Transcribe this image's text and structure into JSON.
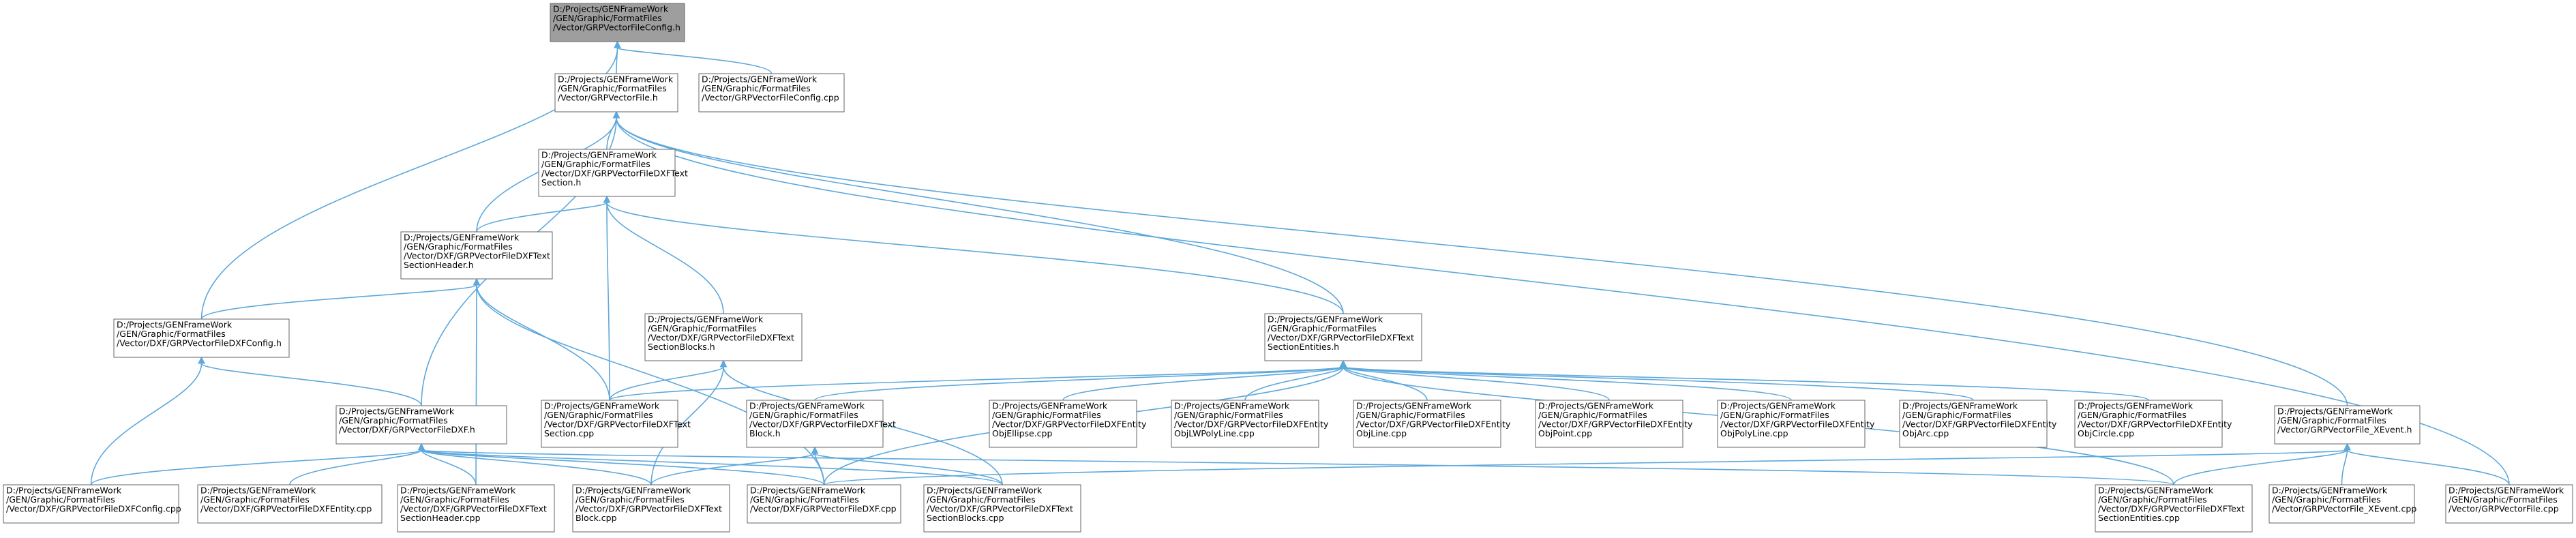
{
  "colors": {
    "edge": "#5da8dc",
    "node_border": "#666666",
    "node_fill": "#ffffff",
    "root_fill": "#9e9e9e",
    "text": "#000000"
  },
  "nodes": [
    {
      "id": "n0",
      "root": true,
      "lines": [
        "D:/Projects/GENFrameWork",
        "/GEN/Graphic/FormatFiles",
        "/Vector/GRPVectorFileConfig.h"
      ]
    },
    {
      "id": "n1",
      "lines": [
        "D:/Projects/GENFrameWork",
        "/GEN/Graphic/FormatFiles",
        "/Vector/GRPVectorFile.h"
      ]
    },
    {
      "id": "n2",
      "lines": [
        "D:/Projects/GENFrameWork",
        "/GEN/Graphic/FormatFiles",
        "/Vector/GRPVectorFileConfig.cpp"
      ]
    },
    {
      "id": "n3",
      "lines": [
        "D:/Projects/GENFrameWork",
        "/GEN/Graphic/FormatFiles",
        "/Vector/DXF/GRPVectorFileDXFText",
        "Section.h"
      ]
    },
    {
      "id": "n4",
      "lines": [
        "D:/Projects/GENFrameWork",
        "/GEN/Graphic/FormatFiles",
        "/Vector/DXF/GRPVectorFileDXFText",
        "SectionHeader.h"
      ]
    },
    {
      "id": "n5",
      "lines": [
        "D:/Projects/GENFrameWork",
        "/GEN/Graphic/FormatFiles",
        "/Vector/DXF/GRPVectorFileDXFConfig.h"
      ]
    },
    {
      "id": "n6",
      "lines": [
        "D:/Projects/GENFrameWork",
        "/GEN/Graphic/FormatFiles",
        "/Vector/DXF/GRPVectorFileDXFText",
        "SectionBlocks.h"
      ]
    },
    {
      "id": "n7",
      "lines": [
        "D:/Projects/GENFrameWork",
        "/GEN/Graphic/FormatFiles",
        "/Vector/DXF/GRPVectorFileDXFText",
        "SectionEntities.h"
      ]
    },
    {
      "id": "n8",
      "lines": [
        "D:/Projects/GENFrameWork",
        "/GEN/Graphic/FormatFiles",
        "/Vector/DXF/GRPVectorFileDXF.h"
      ]
    },
    {
      "id": "n9",
      "lines": [
        "D:/Projects/GENFrameWork",
        "/GEN/Graphic/FormatFiles",
        "/Vector/DXF/GRPVectorFileDXFText",
        "Section.cpp"
      ]
    },
    {
      "id": "n10",
      "lines": [
        "D:/Projects/GENFrameWork",
        "/GEN/Graphic/FormatFiles",
        "/Vector/DXF/GRPVectorFileDXFText",
        "Block.h"
      ]
    },
    {
      "id": "n11",
      "lines": [
        "D:/Projects/GENFrameWork",
        "/GEN/Graphic/FormatFiles",
        "/Vector/DXF/GRPVectorFileDXFEntity",
        "ObjEllipse.cpp"
      ]
    },
    {
      "id": "n12",
      "lines": [
        "D:/Projects/GENFrameWork",
        "/GEN/Graphic/FormatFiles",
        "/Vector/DXF/GRPVectorFileDXFEntity",
        "ObjLWPolyLine.cpp"
      ]
    },
    {
      "id": "n13",
      "lines": [
        "D:/Projects/GENFrameWork",
        "/GEN/Graphic/FormatFiles",
        "/Vector/DXF/GRPVectorFileDXFEntity",
        "ObjLine.cpp"
      ]
    },
    {
      "id": "n14",
      "lines": [
        "D:/Projects/GENFrameWork",
        "/GEN/Graphic/FormatFiles",
        "/Vector/DXF/GRPVectorFileDXFEntity",
        "ObjPoint.cpp"
      ]
    },
    {
      "id": "n15",
      "lines": [
        "D:/Projects/GENFrameWork",
        "/GEN/Graphic/FormatFiles",
        "/Vector/DXF/GRPVectorFileDXFEntity",
        "ObjPolyLine.cpp"
      ]
    },
    {
      "id": "n16",
      "lines": [
        "D:/Projects/GENFrameWork",
        "/GEN/Graphic/FormatFiles",
        "/Vector/DXF/GRPVectorFileDXFEntity",
        "ObjArc.cpp"
      ]
    },
    {
      "id": "n17",
      "lines": [
        "D:/Projects/GENFrameWork",
        "/GEN/Graphic/FormatFiles",
        "/Vector/DXF/GRPVectorFileDXFEntity",
        "ObjCircle.cpp"
      ]
    },
    {
      "id": "n18",
      "lines": [
        "D:/Projects/GENFrameWork",
        "/GEN/Graphic/FormatFiles",
        "/Vector/GRPVectorFile_XEvent.h"
      ]
    },
    {
      "id": "n19",
      "lines": [
        "D:/Projects/GENFrameWork",
        "/GEN/Graphic/FormatFiles",
        "/Vector/DXF/GRPVectorFileDXFConfig.cpp"
      ]
    },
    {
      "id": "n20",
      "lines": [
        "D:/Projects/GENFrameWork",
        "/GEN/Graphic/FormatFiles",
        "/Vector/DXF/GRPVectorFileDXFEntity.cpp"
      ]
    },
    {
      "id": "n21",
      "lines": [
        "D:/Projects/GENFrameWork",
        "/GEN/Graphic/FormatFiles",
        "/Vector/DXF/GRPVectorFileDXFText",
        "SectionHeader.cpp"
      ]
    },
    {
      "id": "n22",
      "lines": [
        "D:/Projects/GENFrameWork",
        "/GEN/Graphic/FormatFiles",
        "/Vector/DXF/GRPVectorFileDXFText",
        "Block.cpp"
      ]
    },
    {
      "id": "n23",
      "lines": [
        "D:/Projects/GENFrameWork",
        "/GEN/Graphic/FormatFiles",
        "/Vector/DXF/GRPVectorFileDXF.cpp"
      ]
    },
    {
      "id": "n24",
      "lines": [
        "D:/Projects/GENFrameWork",
        "/GEN/Graphic/FormatFiles",
        "/Vector/DXF/GRPVectorFileDXFText",
        "SectionBlocks.cpp"
      ]
    },
    {
      "id": "n25",
      "lines": [
        "D:/Projects/GENFrameWork",
        "/GEN/Graphic/FormatFiles",
        "/Vector/DXF/GRPVectorFileDXFText",
        "SectionEntities.cpp"
      ]
    },
    {
      "id": "n26",
      "lines": [
        "D:/Projects/GENFrameWork",
        "/GEN/Graphic/FormatFiles",
        "/Vector/GRPVectorFile_XEvent.cpp"
      ]
    },
    {
      "id": "n27",
      "lines": [
        "D:/Projects/GENFrameWork",
        "/GEN/Graphic/FormatFiles",
        "/Vector/GRPVectorFile.cpp"
      ]
    }
  ],
  "edges": [
    [
      "n1",
      "n0"
    ],
    [
      "n2",
      "n0"
    ],
    [
      "n5",
      "n0"
    ],
    [
      "n3",
      "n1"
    ],
    [
      "n4",
      "n1"
    ],
    [
      "n7",
      "n1"
    ],
    [
      "n8",
      "n1"
    ],
    [
      "n18",
      "n1"
    ],
    [
      "n27",
      "n1"
    ],
    [
      "n4",
      "n3"
    ],
    [
      "n6",
      "n3"
    ],
    [
      "n7",
      "n3"
    ],
    [
      "n9",
      "n3"
    ],
    [
      "n5",
      "n4"
    ],
    [
      "n9",
      "n4"
    ],
    [
      "n21",
      "n4"
    ],
    [
      "n23",
      "n4"
    ],
    [
      "n8",
      "n5"
    ],
    [
      "n19",
      "n5"
    ],
    [
      "n9",
      "n6"
    ],
    [
      "n22",
      "n6"
    ],
    [
      "n24",
      "n6"
    ],
    [
      "n9",
      "n7"
    ],
    [
      "n10",
      "n7"
    ],
    [
      "n11",
      "n7"
    ],
    [
      "n12",
      "n7"
    ],
    [
      "n13",
      "n7"
    ],
    [
      "n14",
      "n7"
    ],
    [
      "n15",
      "n7"
    ],
    [
      "n16",
      "n7"
    ],
    [
      "n17",
      "n7"
    ],
    [
      "n23",
      "n7"
    ],
    [
      "n25",
      "n7"
    ],
    [
      "n19",
      "n8"
    ],
    [
      "n20",
      "n8"
    ],
    [
      "n21",
      "n8"
    ],
    [
      "n22",
      "n8"
    ],
    [
      "n23",
      "n8"
    ],
    [
      "n24",
      "n8"
    ],
    [
      "n25",
      "n8"
    ],
    [
      "n22",
      "n10"
    ],
    [
      "n23",
      "n10"
    ],
    [
      "n24",
      "n10"
    ],
    [
      "n23",
      "n18"
    ],
    [
      "n25",
      "n18"
    ],
    [
      "n26",
      "n18"
    ],
    [
      "n27",
      "n18"
    ]
  ]
}
